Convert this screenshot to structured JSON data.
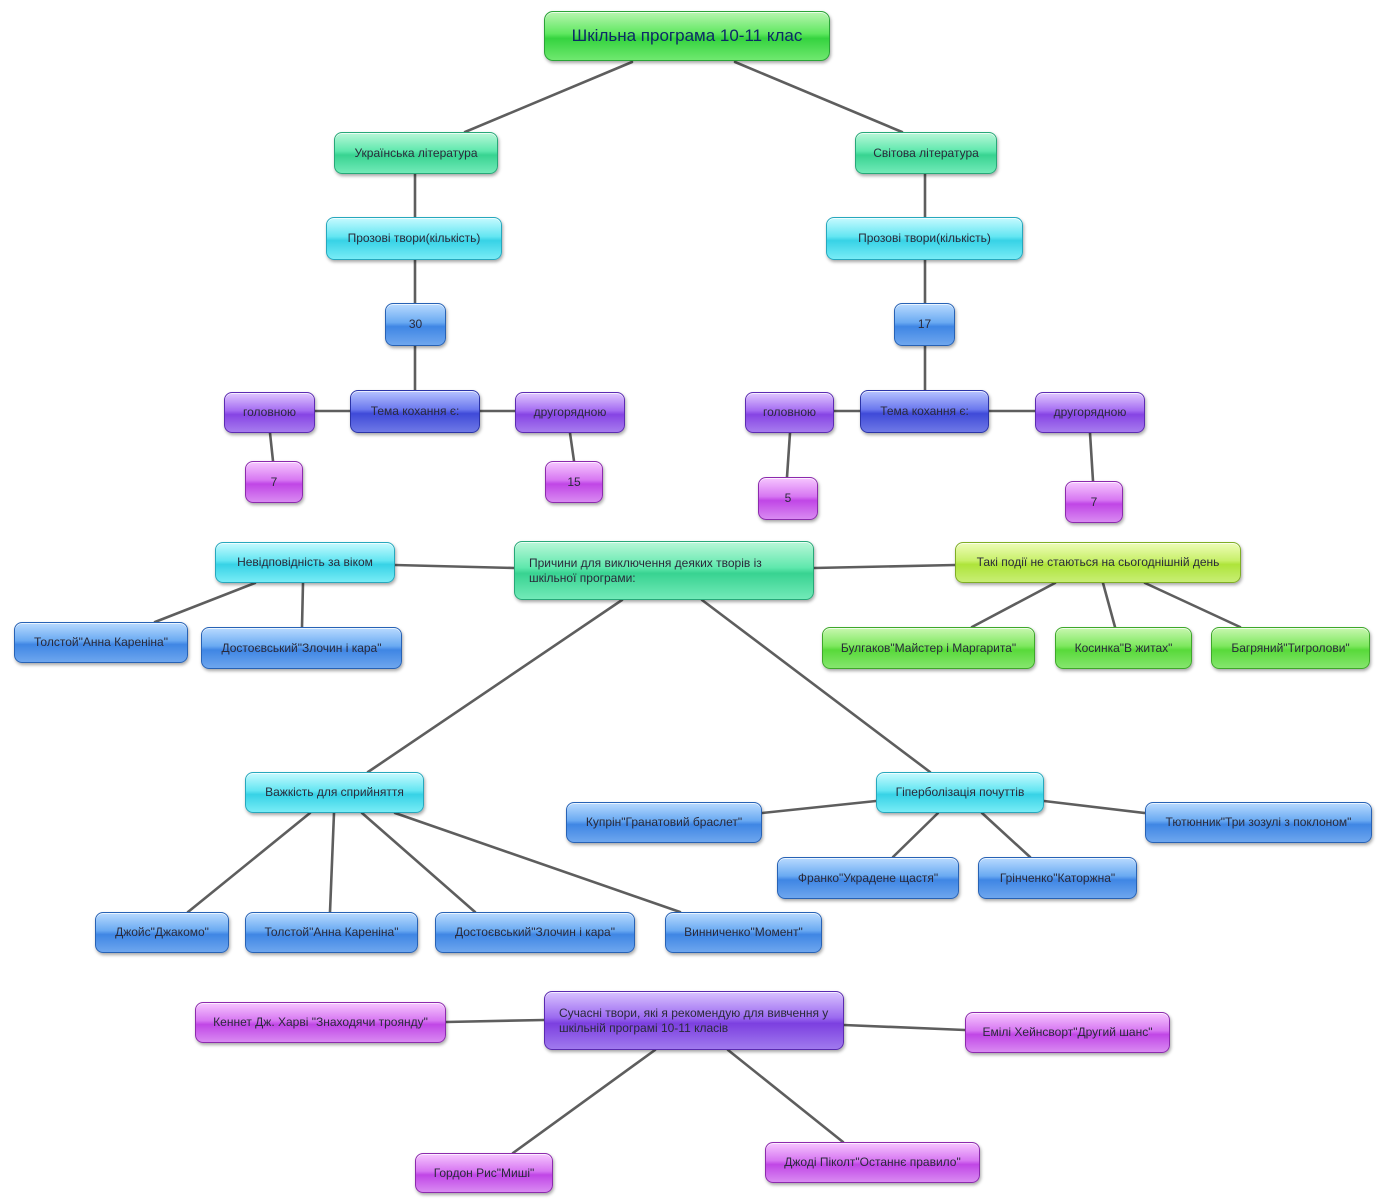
{
  "root": "Шкільна програма 10-11 клас",
  "ukr": {
    "title": "Українська література",
    "prose": "Прозові твори(кількість)",
    "count": "30",
    "love_theme": "Тема кохання є:",
    "main": "головною",
    "main_count": "7",
    "secondary": "другорядною",
    "secondary_count": "15"
  },
  "world": {
    "title": "Світова література",
    "prose": "Прозові твори(кількість)",
    "count": "17",
    "love_theme": "Тема кохання є:",
    "main": "головною",
    "main_count": "5",
    "secondary": "другорядною",
    "secondary_count": "7"
  },
  "reasons": {
    "title": "Причини для виключення деяких творів із шкільної програми:",
    "age": {
      "title": "Невідповідність за віком",
      "items": [
        "Толстой\"Анна Кареніна\"",
        "Достоєвський\"Злочин і кара\""
      ]
    },
    "events": {
      "title": "Такі події не стаються на сьогоднішній день",
      "items": [
        "Булгаков\"Майстер і Маргарита\"",
        "Косинка\"В житах\"",
        "Багряний\"Тигролови\""
      ]
    },
    "difficulty": {
      "title": "Важкість для сприйняття",
      "items": [
        "Джойс\"Джакомо\"",
        "Толстой\"Анна Кареніна\"",
        "Достоєвський\"Злочин і кара\"",
        "Винниченко\"Момент\""
      ]
    },
    "hyperbole": {
      "title": "Гіперболізація почуттів",
      "items": [
        "Купрін\"Гранатовий браслет\"",
        "Франко\"Украдене щастя\"",
        "Грінченко\"Каторжна\"",
        "Тютюнник\"Три зозулі з поклоном\""
      ]
    }
  },
  "modern": {
    "title": "Сучасні твори, які я рекомендую для вивчення у шкільній програмі 10-11 класів",
    "items": [
      "Кеннет Дж. Харві \"Знаходячи троянду\"",
      "Емілі Хейнсворт\"Другий шанс\"",
      "Гордон Рис\"Миші\"",
      "Джоді Піколт\"Останнє правило\""
    ]
  }
}
